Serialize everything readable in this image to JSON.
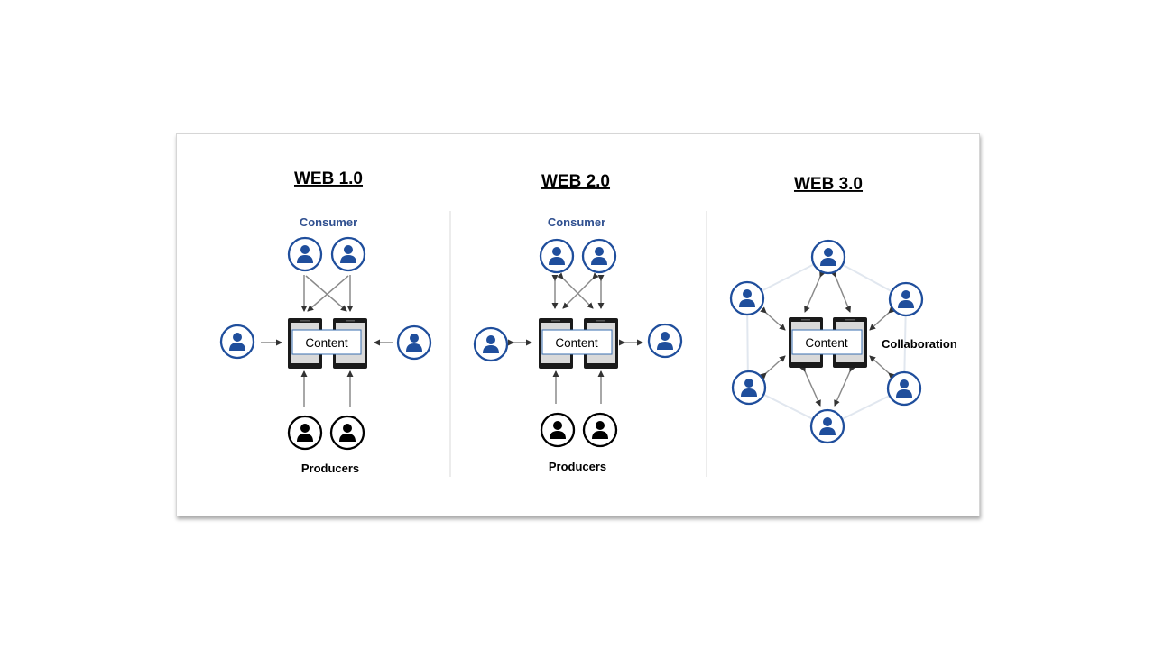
{
  "colors": {
    "consumer_blue": "#2f4f8f",
    "user_blue": "#1f4e9c",
    "producer_black": "#000000",
    "arrow_gray": "#8a8a8a",
    "content_border": "#3a6fb0"
  },
  "panels": [
    {
      "title": "WEB 1.0",
      "consumer_label": "Consumer",
      "producer_label": "Producers",
      "content_label": "Content",
      "icons": [
        "user-icon"
      ]
    },
    {
      "title": "WEB 2.0",
      "consumer_label": "Consumer",
      "producer_label": "Producers",
      "content_label": "Content",
      "icons": [
        "user-icon"
      ]
    },
    {
      "title": "WEB 3.0",
      "content_label": "Content",
      "collaboration_label": "Collaboration",
      "icons": [
        "user-icon"
      ]
    }
  ]
}
